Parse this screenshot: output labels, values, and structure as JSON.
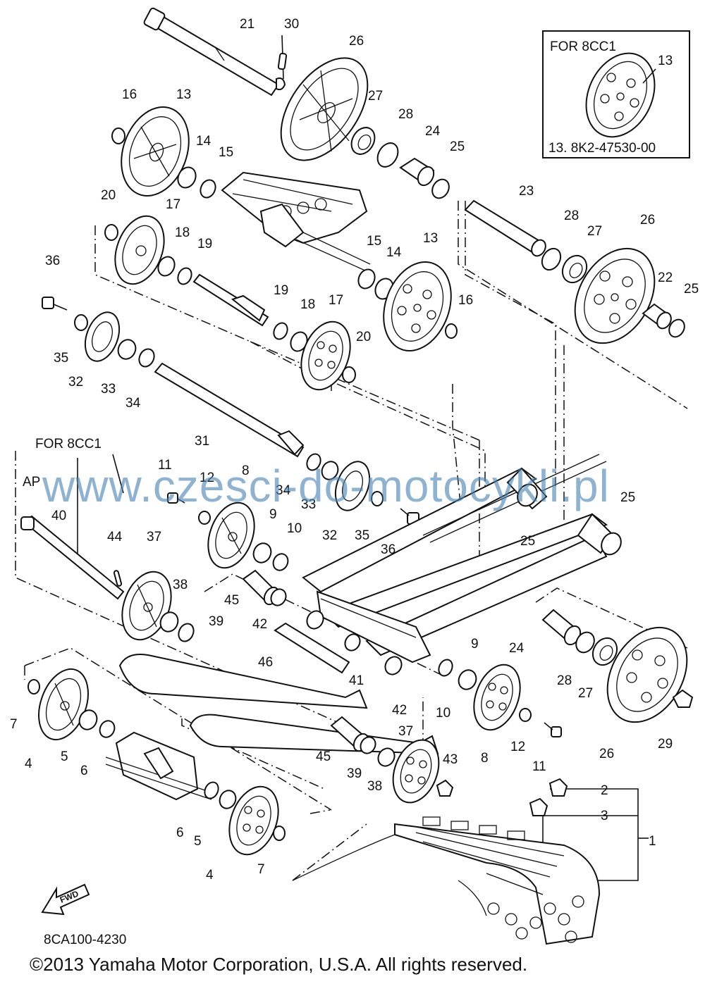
{
  "diagram": {
    "diagram_code": "8CA100-4230",
    "copyright": "©2013 Yamaha Motor Corporation, U.S.A. All rights reserved.",
    "watermark": "www.czesci-do-motocykli.pl",
    "inset": {
      "header": "FOR 8CC1",
      "callout_number": "13",
      "note": "13. 8K2-47530-00"
    },
    "group_header": "FOR 8CC1",
    "group_sub_label": "AP",
    "fwd_arrow_label": "FWD",
    "callouts": [
      {
        "id": "c21",
        "text": "21"
      },
      {
        "id": "c30",
        "text": "30"
      },
      {
        "id": "c26a",
        "text": "26"
      },
      {
        "id": "c16a",
        "text": "16"
      },
      {
        "id": "c13a",
        "text": "13"
      },
      {
        "id": "c27a",
        "text": "27"
      },
      {
        "id": "c28a",
        "text": "28"
      },
      {
        "id": "c14a",
        "text": "14"
      },
      {
        "id": "c15a",
        "text": "15"
      },
      {
        "id": "c24a",
        "text": "24"
      },
      {
        "id": "c25a",
        "text": "25"
      },
      {
        "id": "c20a",
        "text": "20"
      },
      {
        "id": "c17a",
        "text": "17"
      },
      {
        "id": "c18a",
        "text": "18"
      },
      {
        "id": "c19a",
        "text": "19"
      },
      {
        "id": "c23",
        "text": "23"
      },
      {
        "id": "c28b",
        "text": "28"
      },
      {
        "id": "c27b",
        "text": "27"
      },
      {
        "id": "c26b",
        "text": "26"
      },
      {
        "id": "c15b",
        "text": "15"
      },
      {
        "id": "c14b",
        "text": "14"
      },
      {
        "id": "c13b",
        "text": "13"
      },
      {
        "id": "c36a",
        "text": "36"
      },
      {
        "id": "c22",
        "text": "22"
      },
      {
        "id": "c25b",
        "text": "25"
      },
      {
        "id": "c19b",
        "text": "19"
      },
      {
        "id": "c18b",
        "text": "18"
      },
      {
        "id": "c17b",
        "text": "17"
      },
      {
        "id": "c16b",
        "text": "16"
      },
      {
        "id": "c35a",
        "text": "35"
      },
      {
        "id": "c20b",
        "text": "20"
      },
      {
        "id": "c32a",
        "text": "32"
      },
      {
        "id": "c33a",
        "text": "33"
      },
      {
        "id": "c34a",
        "text": "34"
      },
      {
        "id": "c31",
        "text": "31"
      },
      {
        "id": "c11a",
        "text": "11"
      },
      {
        "id": "c12a",
        "text": "12"
      },
      {
        "id": "c8a",
        "text": "8"
      },
      {
        "id": "c34b",
        "text": "34"
      },
      {
        "id": "c33b",
        "text": "33"
      },
      {
        "id": "c25c",
        "text": "25"
      },
      {
        "id": "c40",
        "text": "40"
      },
      {
        "id": "c9a",
        "text": "9"
      },
      {
        "id": "c10a",
        "text": "10"
      },
      {
        "id": "c32b",
        "text": "32"
      },
      {
        "id": "c35b",
        "text": "35"
      },
      {
        "id": "c36b",
        "text": "36"
      },
      {
        "id": "c25d",
        "text": "25"
      },
      {
        "id": "c44",
        "text": "44"
      },
      {
        "id": "c37a",
        "text": "37"
      },
      {
        "id": "c38a",
        "text": "38"
      },
      {
        "id": "c45a",
        "text": "45"
      },
      {
        "id": "c42a",
        "text": "42"
      },
      {
        "id": "c39a",
        "text": "39"
      },
      {
        "id": "c46",
        "text": "46"
      },
      {
        "id": "c24b",
        "text": "24"
      },
      {
        "id": "c9b",
        "text": "9"
      },
      {
        "id": "c41",
        "text": "41"
      },
      {
        "id": "c28c",
        "text": "28"
      },
      {
        "id": "c27c",
        "text": "27"
      },
      {
        "id": "c42b",
        "text": "42"
      },
      {
        "id": "c10b",
        "text": "10"
      },
      {
        "id": "c7a",
        "text": "7"
      },
      {
        "id": "c4a",
        "text": "4"
      },
      {
        "id": "c5a",
        "text": "5"
      },
      {
        "id": "c6a",
        "text": "6"
      },
      {
        "id": "c8b",
        "text": "8"
      },
      {
        "id": "c12b",
        "text": "12"
      },
      {
        "id": "c29",
        "text": "29"
      },
      {
        "id": "c11b",
        "text": "11"
      },
      {
        "id": "c26c",
        "text": "26"
      },
      {
        "id": "c45b",
        "text": "45"
      },
      {
        "id": "c39b",
        "text": "39"
      },
      {
        "id": "c37b",
        "text": "37"
      },
      {
        "id": "c43",
        "text": "43"
      },
      {
        "id": "c38b",
        "text": "38"
      },
      {
        "id": "c2",
        "text": "2"
      },
      {
        "id": "c3",
        "text": "3"
      },
      {
        "id": "c1",
        "text": "1"
      },
      {
        "id": "c6b",
        "text": "6"
      },
      {
        "id": "c5b",
        "text": "5"
      },
      {
        "id": "c4b",
        "text": "4"
      },
      {
        "id": "c7b",
        "text": "7"
      }
    ]
  }
}
